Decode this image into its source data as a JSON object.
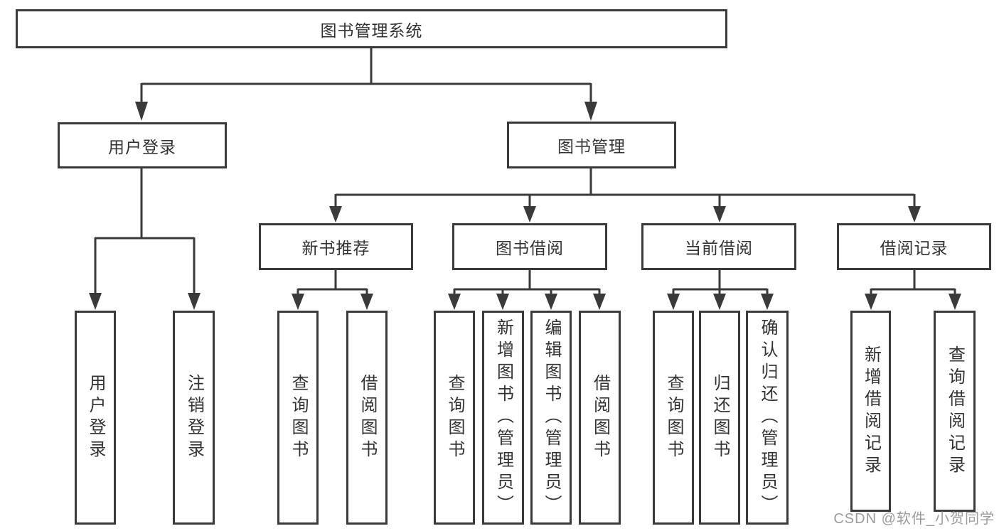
{
  "diagram": {
    "root": "图书管理系统",
    "level2": {
      "user_login": "用户登录",
      "book_management": "图书管理"
    },
    "level3": {
      "new_book_recommend": "新书推荐",
      "book_borrow": "图书借阅",
      "current_borrow": "当前借阅",
      "borrow_record": "借阅记录"
    },
    "leaves": {
      "login": "用户登录",
      "logout": "注销登录",
      "recommend_query_books": "查询图书",
      "recommend_borrow_books": "借阅图书",
      "borrow_query_books": "查询图书",
      "borrow_add_books": "新增图书（管理员）",
      "borrow_edit_books": "编辑图书（管理员）",
      "borrow_borrow_books": "借阅图书",
      "current_query_books": "查询图书",
      "current_return_books": "归还图书",
      "current_confirm_return": "确认归还（管理员）",
      "record_add": "新增借阅记录",
      "record_query": "查询借阅记录"
    }
  },
  "watermark": "CSDN @软件_小贺同学",
  "colors": {
    "line": "#3a3a3a",
    "text": "#333333",
    "watermark": "#9c9c9c",
    "background": "#ffffff"
  }
}
